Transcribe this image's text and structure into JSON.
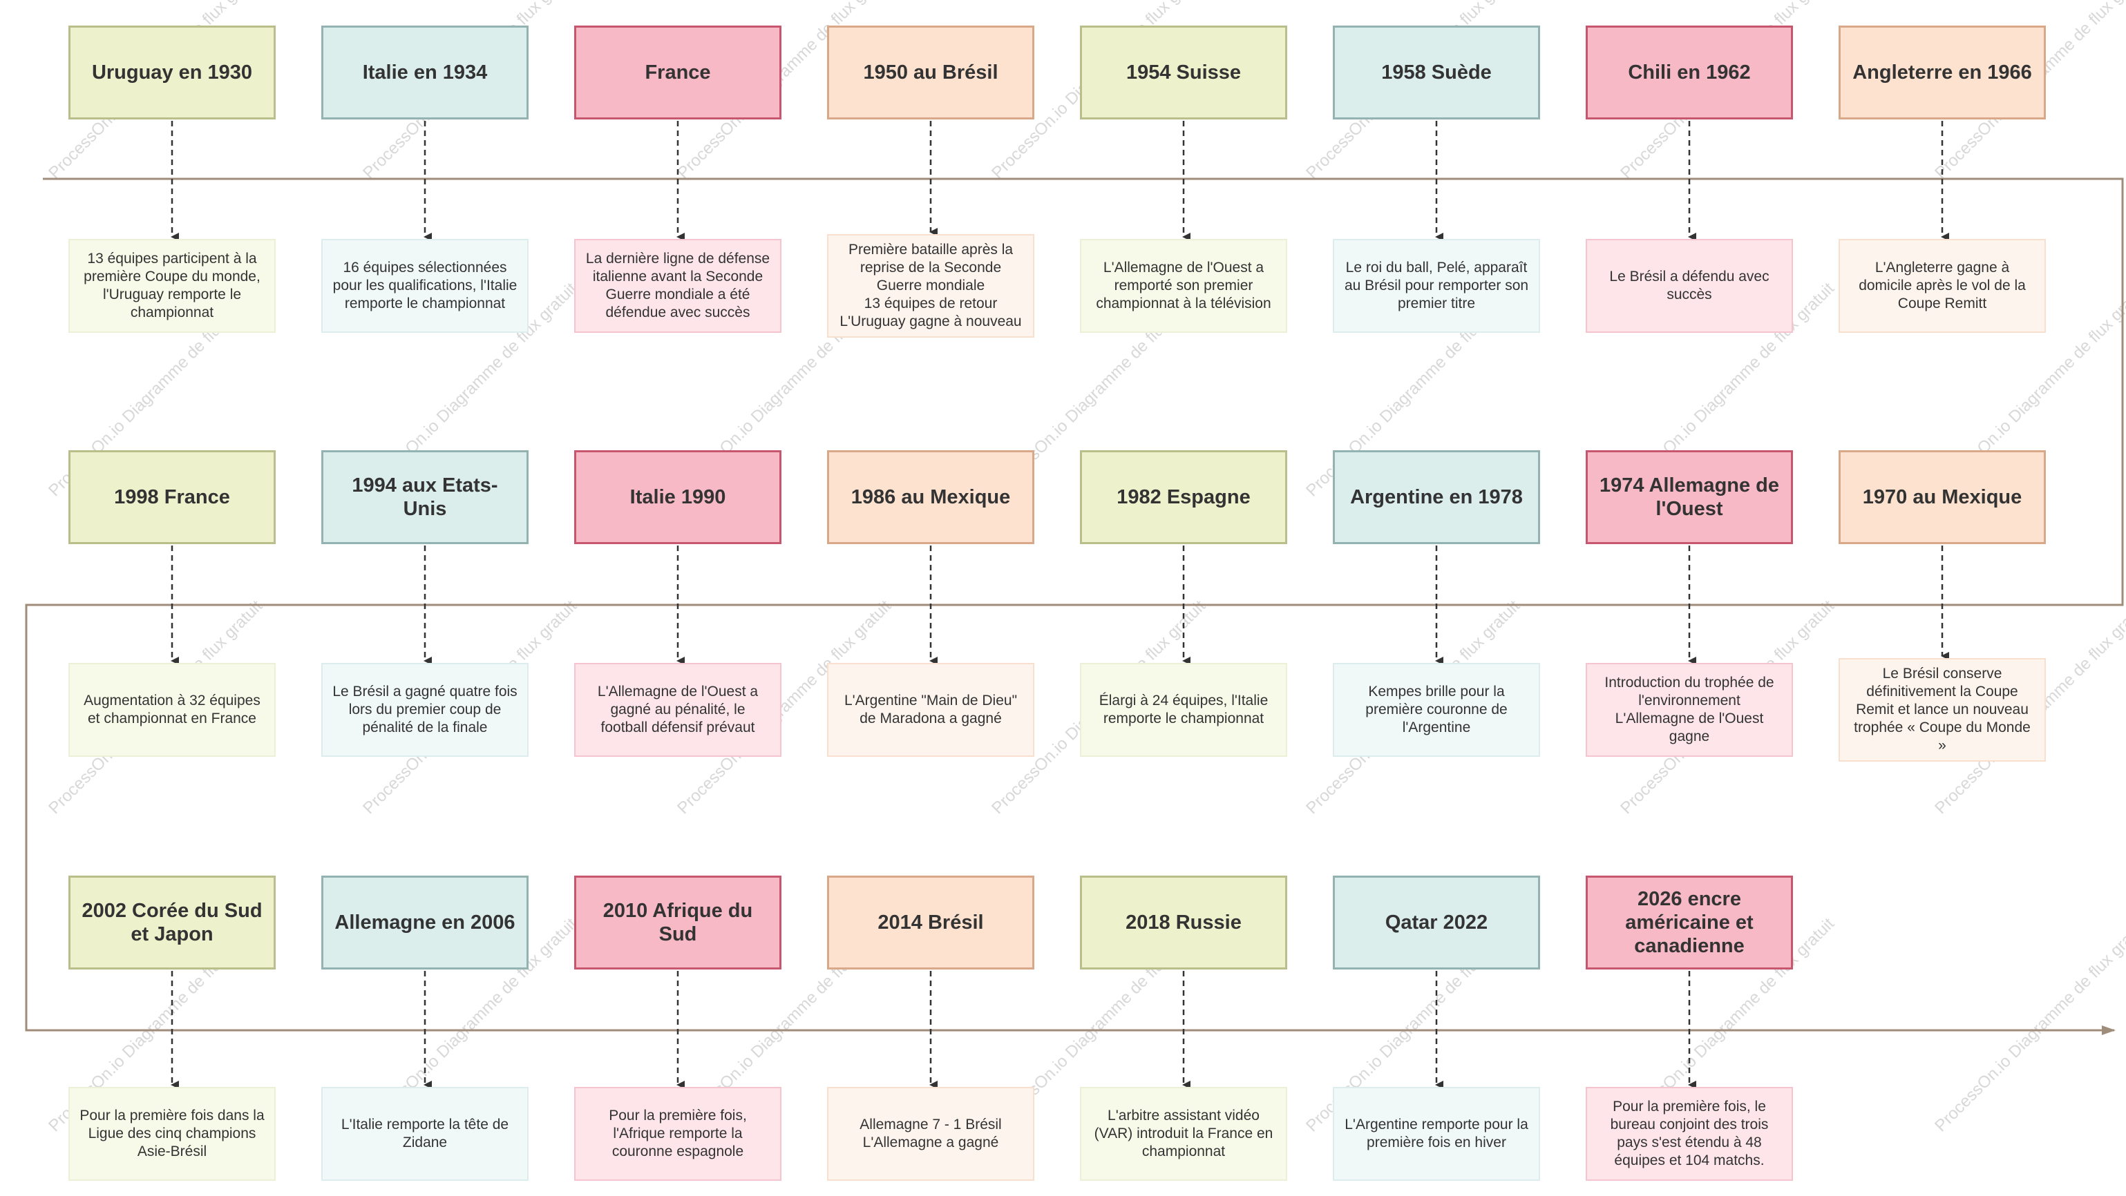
{
  "watermark": "ProcessOn.io Diagramme de flux gratuit",
  "colors": {
    "timeline": "#a08c7a",
    "connector": "#333333"
  },
  "rows": [
    {
      "direction": "ltr",
      "items": [
        {
          "title": "Uruguay en 1930",
          "desc": "13 équipes participent à la première Coupe du monde, l'Uruguay remporte le championnat"
        },
        {
          "title": "Italie en 1934",
          "desc": "16 équipes sélectionnées pour les qualifications, l'Italie remporte le championnat"
        },
        {
          "title": "France",
          "desc": "La dernière ligne de défense italienne avant la Seconde Guerre mondiale a été défendue avec succès"
        },
        {
          "title": "1950 au Brésil",
          "desc": "Première bataille après la reprise de la Seconde Guerre mondiale\n13 équipes de retour\nL'Uruguay gagne à nouveau"
        },
        {
          "title": "1954 Suisse",
          "desc": "L'Allemagne de l'Ouest a remporté son premier championnat à la télévision"
        },
        {
          "title": "1958 Suède",
          "desc": "Le roi du ball, Pelé, apparaît au Brésil pour remporter son premier titre"
        },
        {
          "title": "Chili en 1962",
          "desc": "Le Brésil a défendu avec succès"
        },
        {
          "title": "Angleterre en 1966",
          "desc": "L'Angleterre gagne à domicile après le vol de la Coupe Remitt"
        }
      ]
    },
    {
      "direction": "rtl",
      "items": [
        {
          "title": "1998 France",
          "desc": "Augmentation à 32 équipes et championnat en France"
        },
        {
          "title": "1994 aux Etats-Unis",
          "desc": "Le Brésil a gagné quatre fois lors du premier coup de pénalité de la finale"
        },
        {
          "title": "Italie 1990",
          "desc": "L'Allemagne de l'Ouest a gagné au pénalité, le football défensif prévaut"
        },
        {
          "title": "1986 au Mexique",
          "desc": "L'Argentine \"Main de Dieu\" de Maradona a gagné"
        },
        {
          "title": "1982 Espagne",
          "desc": "Élargi à 24 équipes, l'Italie remporte le championnat"
        },
        {
          "title": "Argentine en 1978",
          "desc": "Kempes brille pour la première couronne de l'Argentine"
        },
        {
          "title": "1974 Allemagne de l'Ouest",
          "desc": "Introduction du trophée de l'environnement\nL'Allemagne de l'Ouest gagne"
        },
        {
          "title": "1970 au Mexique",
          "desc": "Le Brésil conserve définitivement la Coupe Remit et lance un nouveau trophée « Coupe du Monde »"
        }
      ]
    },
    {
      "direction": "ltr",
      "items": [
        {
          "title": "2002 Corée du Sud et Japon",
          "desc": "Pour la première fois dans la Ligue des cinq champions Asie-Brésil"
        },
        {
          "title": "Allemagne en 2006",
          "desc": "L'Italie remporte la tête de Zidane"
        },
        {
          "title": "2010 Afrique du Sud",
          "desc": "Pour la première fois, l'Afrique remporte la couronne espagnole"
        },
        {
          "title": "2014 Brésil",
          "desc": "Allemagne 7 - 1 Brésil\nL'Allemagne a gagné"
        },
        {
          "title": "2018 Russie",
          "desc": "L'arbitre assistant vidéo (VAR) introduit la France en championnat"
        },
        {
          "title": "Qatar 2022",
          "desc": "L'Argentine remporte pour la première fois en hiver"
        },
        {
          "title": "2026 encre américaine et canadienne",
          "desc": "Pour la première fois, le bureau conjoint des trois pays s'est étendu à 48 équipes et 104 matchs."
        }
      ]
    }
  ]
}
